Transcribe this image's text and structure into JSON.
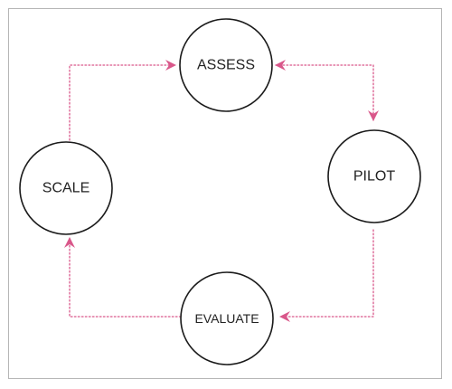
{
  "diagram": {
    "type": "cycle",
    "nodes": [
      {
        "id": "assess",
        "label": "ASSESS"
      },
      {
        "id": "pilot",
        "label": "PILOT"
      },
      {
        "id": "evaluate",
        "label": "EVALUATE"
      },
      {
        "id": "scale",
        "label": "SCALE"
      }
    ],
    "edges": [
      {
        "from": "assess",
        "to": "pilot",
        "bidirectional": true
      },
      {
        "from": "pilot",
        "to": "evaluate"
      },
      {
        "from": "evaluate",
        "to": "scale"
      },
      {
        "from": "scale",
        "to": "assess"
      }
    ],
    "colors": {
      "connector": "#d9578a",
      "node_stroke": "#1a1a1a",
      "frame": "#b5b5b5"
    }
  }
}
